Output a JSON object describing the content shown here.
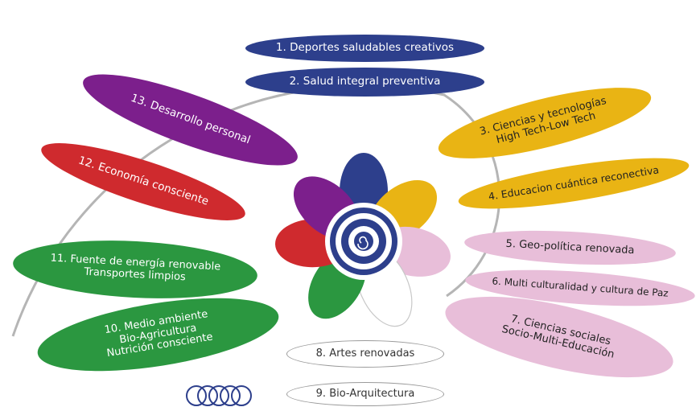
{
  "colors": {
    "blue": "#2d3f8c",
    "purple": "#7c1f8c",
    "yellow": "#e9b414",
    "red": "#cf2a2e",
    "pink": "#e8bed9",
    "green": "#2b9740",
    "white": "#ffffff",
    "arc": "#b5b5b5"
  },
  "items": {
    "i1": "1. Deportes saludables creativos",
    "i2": "2. Salud integral preventiva",
    "i3": "3. Ciencias y tecnologías\nHigh Tech-Low Tech",
    "i4": "4. Educacion cuántica reconectiva",
    "i5": "5. Geo-política renovada",
    "i6": "6. Multi culturalidad y cultura de Paz",
    "i7": "7. Ciencias sociales\nSocio-Multi-Educación",
    "i8": "8. Artes renovadas",
    "i9": "9. Bio-Arquitectura",
    "i10": "10. Medio ambiente\nBio-Agricultura\nNutrición consciente",
    "i11": "11. Fuente de energía renovable\nTransportes limpios",
    "i12": "12. Economía consciente",
    "i13": "13. Desarrollo personal"
  },
  "flower": {
    "center_icon": "spiral-icon",
    "petal_colors": [
      "blue",
      "yellow",
      "pink",
      "white",
      "green",
      "red",
      "purple"
    ]
  },
  "logo": {
    "icon": "linked-circles-logo-icon"
  }
}
